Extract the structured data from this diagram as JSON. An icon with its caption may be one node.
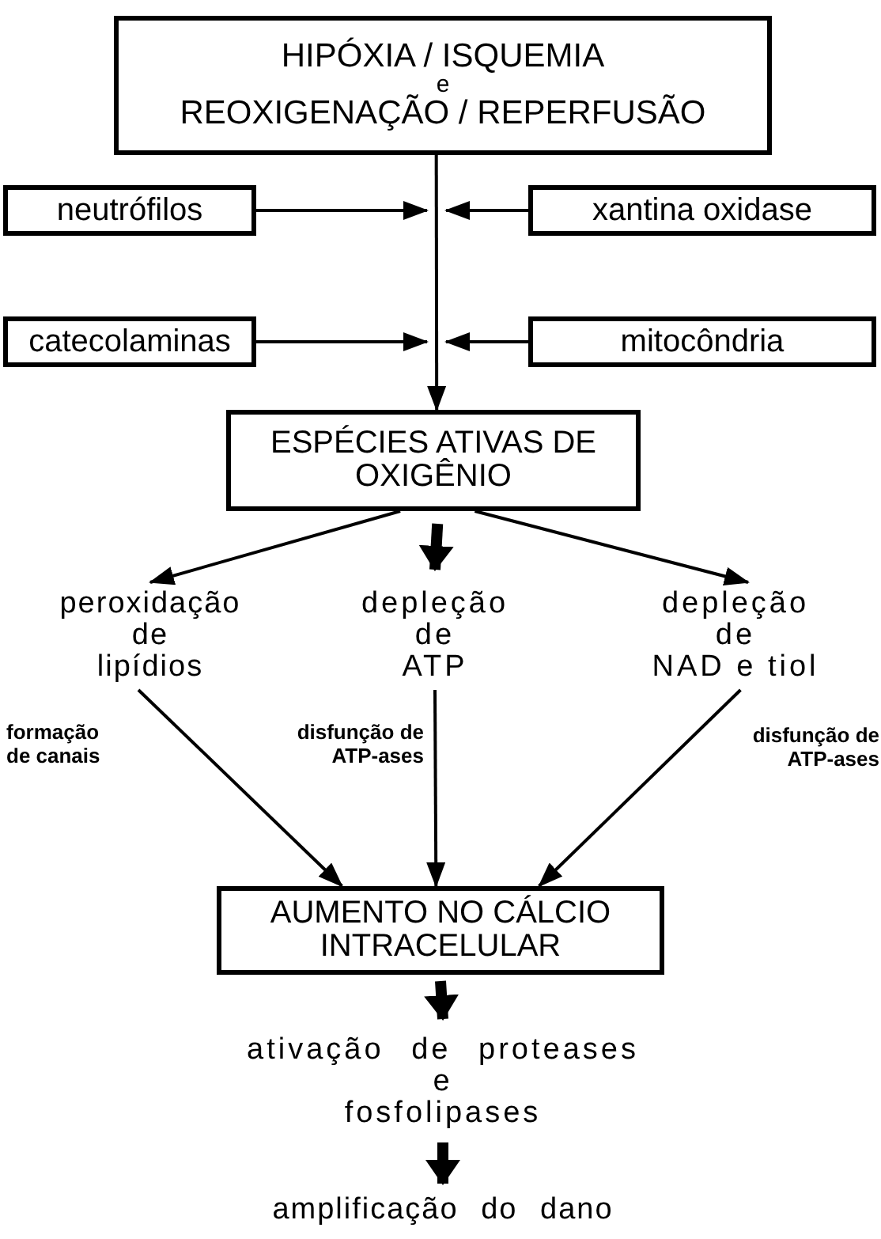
{
  "diagram": {
    "nodes": [
      {
        "text": [
          "HIPÓXIA / ISQUEMIA e REOXIGENAÇÃO / REPERFUSÃO"
        ]
      },
      {
        "text": [
          "neutrófilos"
        ]
      },
      {
        "text": [
          "xantina oxidase"
        ]
      },
      {
        "text": [
          "catecolaminas"
        ]
      },
      {
        "text": [
          "mitocôndria"
        ]
      },
      {
        "text": [
          "ESPÉCIES ATIVAS DE OXIGÊNIO"
        ]
      },
      {
        "text": [
          "peroxidação de lipídios"
        ]
      },
      {
        "text": [
          "depleção de ATP"
        ]
      },
      {
        "text": [
          "depleção de NAD e tiol"
        ]
      },
      {
        "text": [
          "AUMENTO NO CÁLCIO INTRACELULAR"
        ]
      },
      {
        "text": [
          "ativação de proteases e fosfolipases"
        ]
      },
      {
        "text": [
          "amplificação do dano"
        ]
      }
    ],
    "edges": [
      {
        "from": 0,
        "to": 5,
        "arrow": "to"
      },
      {
        "from": 1,
        "to": null,
        "arrow": "to"
      },
      {
        "from": 2,
        "to": null,
        "arrow": "to"
      },
      {
        "from": 3,
        "to": null,
        "arrow": "to"
      },
      {
        "from": 4,
        "to": null,
        "arrow": "to"
      },
      {
        "from": 5,
        "to": 6,
        "arrow": "to"
      },
      {
        "from": 5,
        "to": 7,
        "arrow": "to",
        "style": "thick"
      },
      {
        "from": 5,
        "to": 8,
        "arrow": "to"
      },
      {
        "from": 6,
        "to": 9,
        "arrow": "to",
        "label": "formação de canais"
      },
      {
        "from": 7,
        "to": 9,
        "arrow": "to",
        "label": "disfunção de ATP-ases"
      },
      {
        "from": 8,
        "to": 9,
        "arrow": "to",
        "label": "disfunção de ATP-ases"
      },
      {
        "from": 9,
        "to": 10,
        "arrow": "to",
        "style": "thick"
      },
      {
        "from": 10,
        "to": 11,
        "arrow": "to",
        "style": "thick"
      }
    ]
  }
}
